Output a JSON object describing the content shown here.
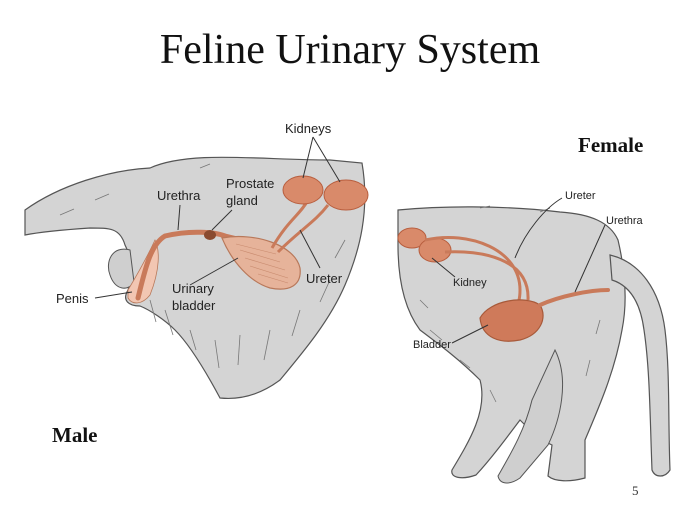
{
  "slide": {
    "title": "Feline Urinary System",
    "page_number": "5"
  },
  "male": {
    "label": "Male",
    "labels": {
      "kidneys": "Kidneys",
      "urethra": "Urethra",
      "prostate_line1": "Prostate",
      "prostate_line2": "gland",
      "penis": "Penis",
      "bladder_line1": "Urinary",
      "bladder_line2": "bladder",
      "ureter": "Ureter"
    }
  },
  "female": {
    "label": "Female",
    "labels": {
      "ureter": "Ureter",
      "urethra": "Urethra",
      "kidney": "Kidney",
      "bladder": "Bladder"
    }
  },
  "colors": {
    "fur": "#d4d4d4",
    "outline": "#555555",
    "organ": "#d98a6a",
    "organ_dark": "#b85e3e",
    "tube": "#c97a5a"
  }
}
